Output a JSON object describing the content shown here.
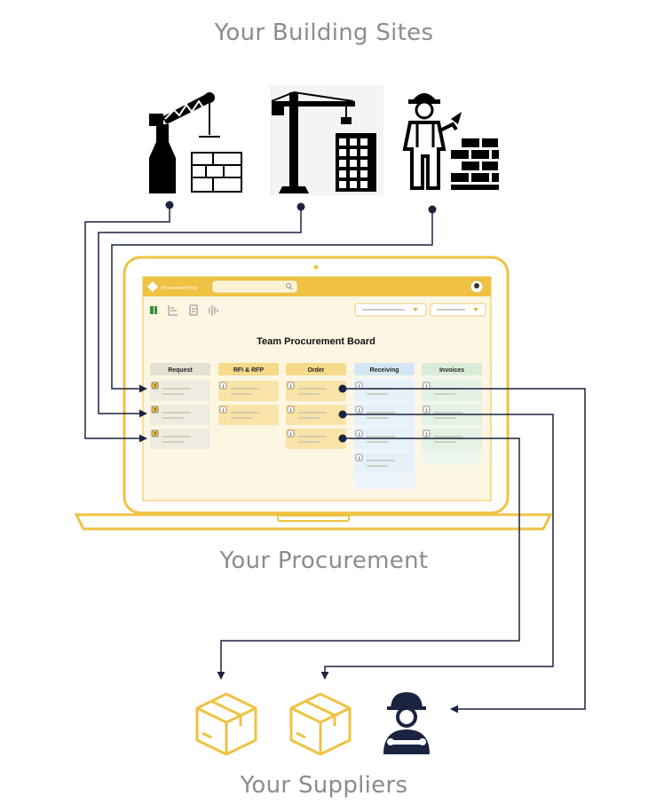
{
  "headings": {
    "sites": "Your Building Sites",
    "procurement": "Your Procurement",
    "suppliers": "Your Suppliers"
  },
  "app": {
    "logo_text": "Procurement Flow",
    "board_title": "Team Procurement Board",
    "columns": [
      {
        "label": "Request",
        "color": "#e4e0d4"
      },
      {
        "label": "RFI & RFP",
        "color": "#f7d98a"
      },
      {
        "label": "Order",
        "color": "#f7d98a"
      },
      {
        "label": "Receiving",
        "color": "#d5e7f5"
      },
      {
        "label": "Invoices",
        "color": "#d9ecd9"
      }
    ]
  },
  "colors": {
    "accent": "#f0c243",
    "frame": "#f0c243",
    "navy": "#1a2340",
    "icon": "#000000"
  },
  "icons": {
    "site1": "crane-construction-icon",
    "site2": "tower-crane-icon",
    "site3": "construction-worker-icon",
    "supplier1": "package-box-icon",
    "supplier2": "package-box-icon",
    "supplier3": "mechanic-icon"
  }
}
